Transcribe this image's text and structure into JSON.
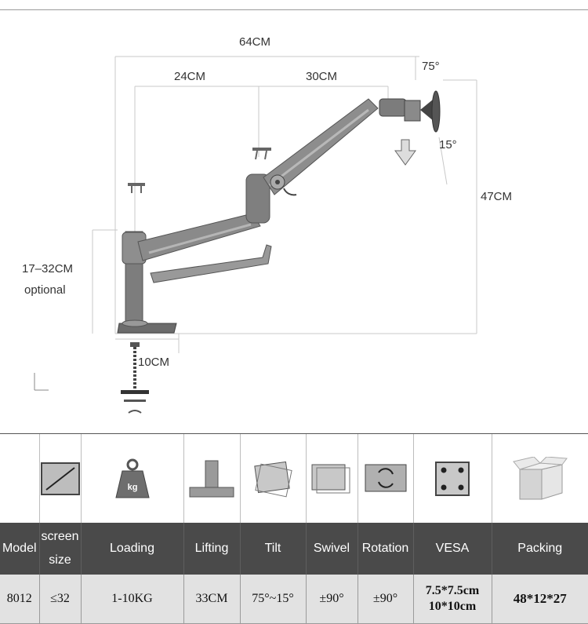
{
  "diagram": {
    "dimensions": {
      "total_reach": "64CM",
      "lower_arm": "24CM",
      "upper_arm": "30CM",
      "tilt_up": "75°",
      "tilt_down": "15°",
      "max_height": "47CM",
      "pole_height": "17–32CM",
      "pole_note": "optional",
      "clamp_width": "10CM"
    }
  },
  "spec_table": {
    "icons": [
      "screen-size-icon",
      "weight-icon",
      "lifting-icon",
      "tilt-icon",
      "swivel-icon",
      "rotation-icon",
      "vesa-icon",
      "packing-box-icon"
    ],
    "headers": {
      "model": "Model",
      "screen_size_line1": "screen",
      "screen_size_line2": "size",
      "loading": "Loading",
      "lifting": "Lifting",
      "tilt": "Tilt",
      "swivel": "Swivel",
      "rotation": "Rotation",
      "vesa": "VESA",
      "packing": "Packing"
    },
    "values": {
      "model": "8012",
      "screen_size": "≤32",
      "loading": "1-10KG",
      "lifting": "33CM",
      "tilt": "75°~15°",
      "swivel": "±90°",
      "rotation": "±90°",
      "vesa_line1": "7.5*7.5cm",
      "vesa_line2": "10*10cm",
      "packing": "48*12*27"
    },
    "weight_icon_label": "kg",
    "colors": {
      "header_bg": "#4a4a4a",
      "value_bg": "#e2e2e2"
    }
  }
}
